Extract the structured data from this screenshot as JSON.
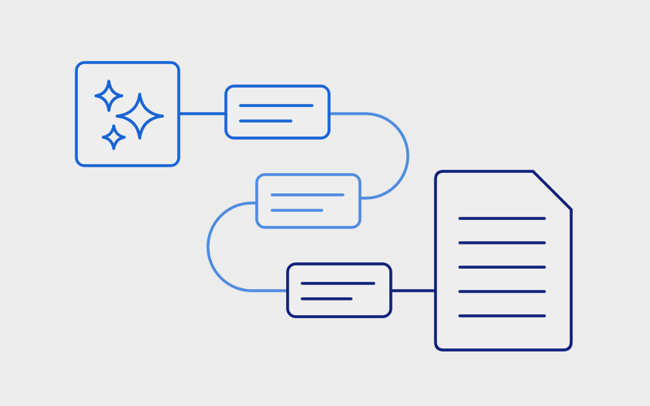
{
  "diagram": {
    "nodes": [
      {
        "id": "ai-source",
        "kind": "sparkle-box",
        "icon": "sparkles-icon"
      },
      {
        "id": "step-1",
        "kind": "text-block",
        "lines": 2
      },
      {
        "id": "step-2",
        "kind": "text-block",
        "lines": 2
      },
      {
        "id": "step-3",
        "kind": "text-block",
        "lines": 2
      },
      {
        "id": "output-document",
        "kind": "document",
        "icon": "document-icon",
        "lines": 5
      }
    ],
    "edges": [
      {
        "from": "ai-source",
        "to": "step-1"
      },
      {
        "from": "step-1",
        "to": "step-2"
      },
      {
        "from": "step-2",
        "to": "step-3"
      },
      {
        "from": "step-3",
        "to": "output-document"
      }
    ]
  },
  "colors": {
    "background": "#ececec",
    "primary_blue": "#1663d6",
    "light_blue": "#4f8be0",
    "navy": "#0d1f7a",
    "box_fill": "#eeeeee"
  }
}
